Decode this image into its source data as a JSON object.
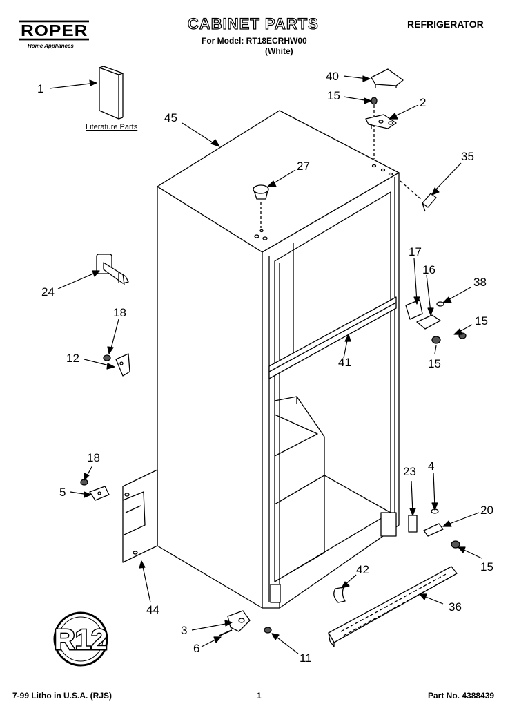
{
  "header": {
    "brand": "ROPER",
    "brand_sub": "Home Appliances",
    "title": "CABINET PARTS",
    "model": "For Model: RT18ECRHW00",
    "color": "(White)",
    "category": "REFRIGERATOR"
  },
  "labels": {
    "literature": "Literature Parts",
    "r12_badge": "R12"
  },
  "callouts": [
    "1",
    "40",
    "15",
    "2",
    "45",
    "27",
    "35",
    "24",
    "17",
    "16",
    "38",
    "15",
    "15",
    "41",
    "18",
    "12",
    "18",
    "5",
    "23",
    "4",
    "20",
    "15",
    "42",
    "36",
    "44",
    "3",
    "6",
    "11"
  ],
  "footer": {
    "left": "7-99 Litho in U.S.A. (RJS)",
    "page": "1",
    "part_no": "Part No. 4388439"
  }
}
